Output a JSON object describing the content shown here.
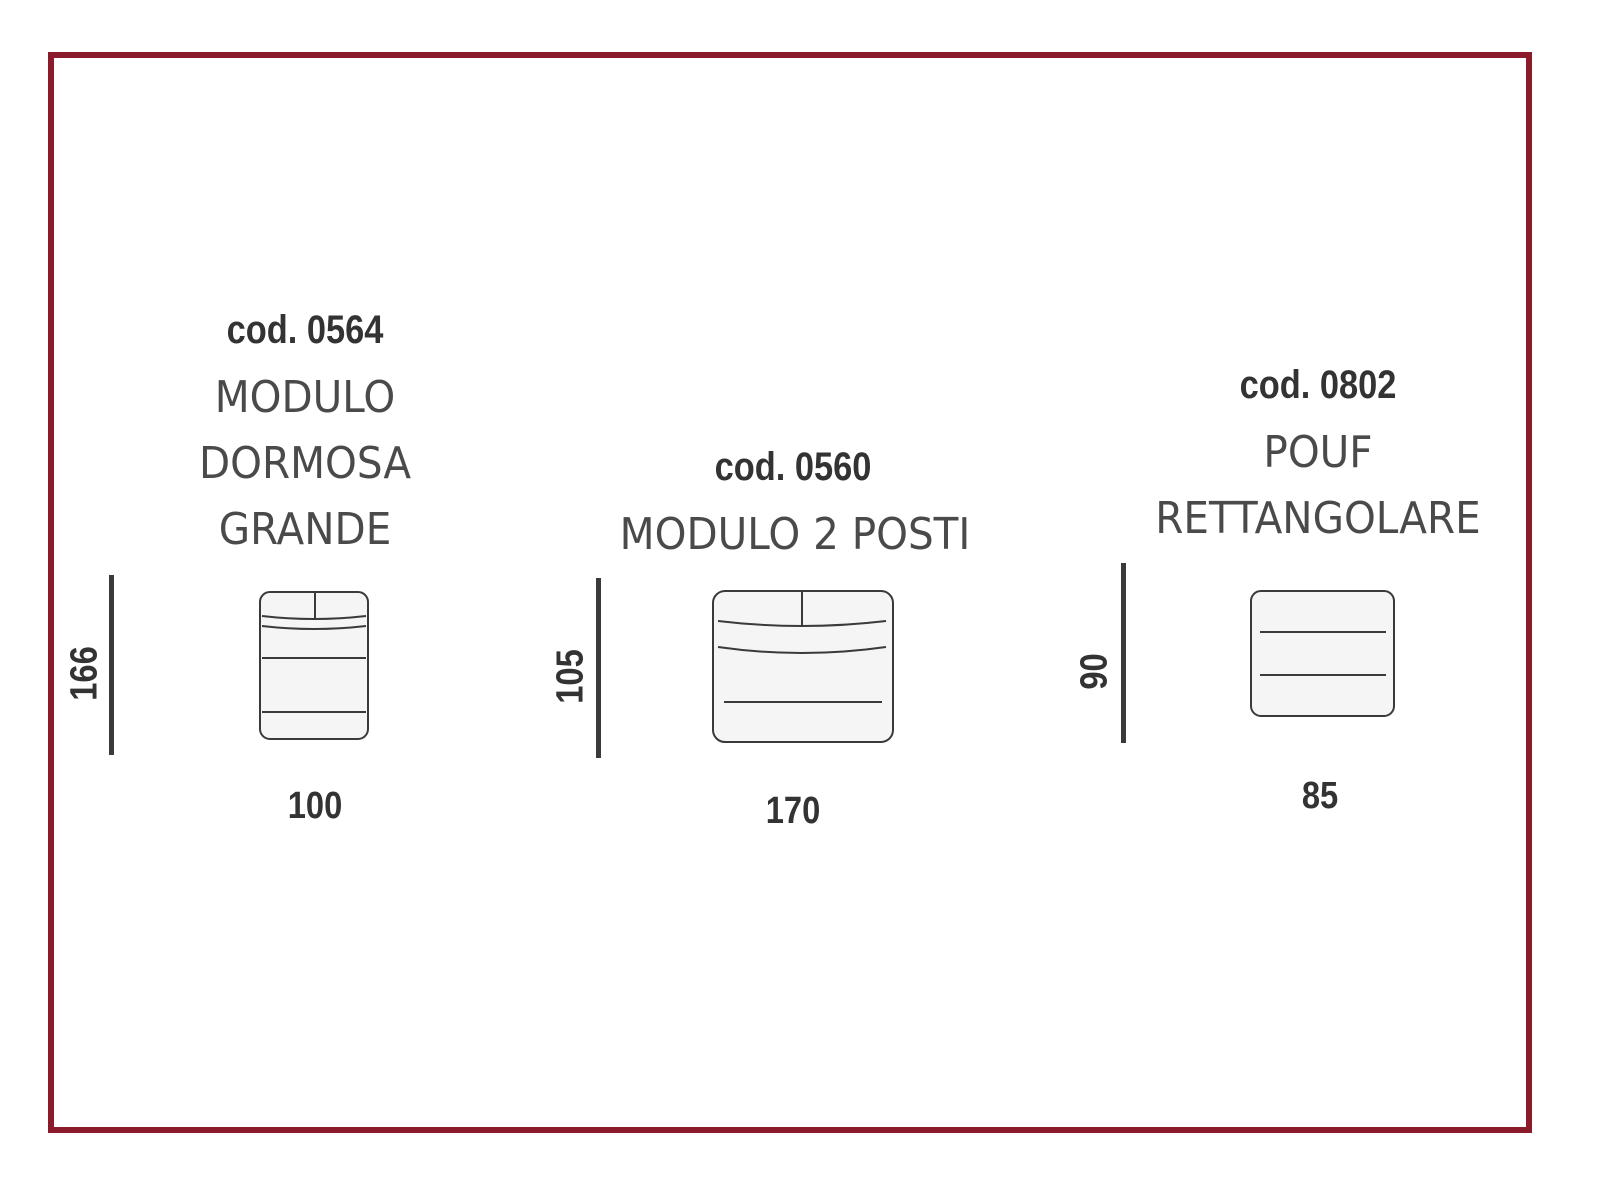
{
  "colors": {
    "frame": "#8b1a2b",
    "text": "#333333",
    "line": "#3a3a3a",
    "fill": "#f5f5f5"
  },
  "modules": [
    {
      "code": "cod. 0564",
      "name_lines": [
        "MODULO",
        "DORMOSA",
        "GRANDE"
      ],
      "width": "100",
      "depth": "166"
    },
    {
      "code": "cod. 0560",
      "name_lines": [
        "MODULO 2 POSTI"
      ],
      "width": "170",
      "depth": "105"
    },
    {
      "code": "cod. 0802",
      "name_lines": [
        "POUF",
        "RETTANGOLARE"
      ],
      "width": "85",
      "depth": "90"
    }
  ]
}
